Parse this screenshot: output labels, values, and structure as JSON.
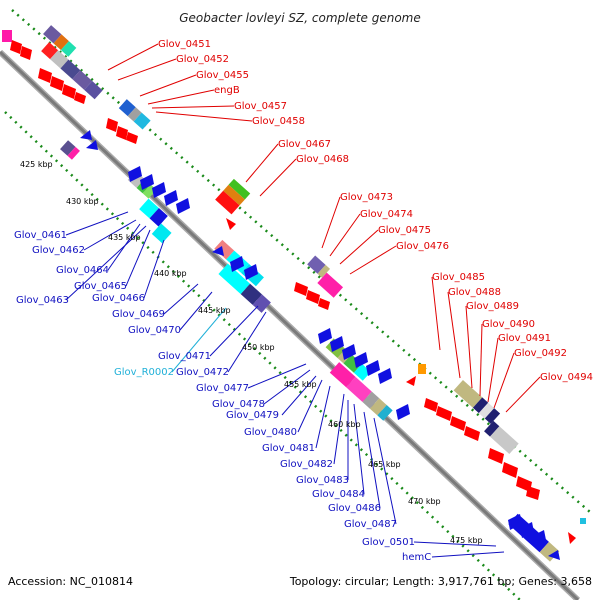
{
  "title": "Geobacter lovleyi SZ, complete genome",
  "footer": {
    "accession": "Accession: NC_010814",
    "topology": "Topology: circular; Length: 3,917,761 bp; Genes: 3,658"
  },
  "colors": {
    "forward_strand": "#e00000",
    "reverse_strand": "#1010c0",
    "rna": "#20b0d8",
    "backbone": "#8c8c8c",
    "ring_dots": "#1a8a1a"
  },
  "ticks": [
    "425 kbp",
    "430 kbp",
    "435 kbp",
    "440 kbp",
    "445 kbp",
    "450 kbp",
    "455 kbp",
    "460 kbp",
    "465 kbp",
    "470 kbp",
    "475 kbp"
  ],
  "forward_labels": [
    "Glov_0451",
    "Glov_0452",
    "Glov_0455",
    "engB",
    "Glov_0457",
    "Glov_0458",
    "Glov_0467",
    "Glov_0468",
    "Glov_0473",
    "Glov_0474",
    "Glov_0475",
    "Glov_0476",
    "Glov_0485",
    "Glov_0488",
    "Glov_0489",
    "Glov_0490",
    "Glov_0491",
    "Glov_0492",
    "Glov_0494"
  ],
  "reverse_labels": [
    "Glov_0461",
    "Glov_0462",
    "Glov_0464",
    "Glov_0465",
    "Glov_0463",
    "Glov_0466",
    "Glov_0469",
    "Glov_0470",
    "Glov_0471",
    "Glov_0472",
    "Glov_0477",
    "Glov_0478",
    "Glov_0479",
    "Glov_0480",
    "Glov_0481",
    "Glov_0482",
    "Glov_0483",
    "Glov_0484",
    "Glov_0486",
    "Glov_0487",
    "Glov_0501",
    "hemC"
  ],
  "rna_labels": [
    "Glov_R0002"
  ]
}
